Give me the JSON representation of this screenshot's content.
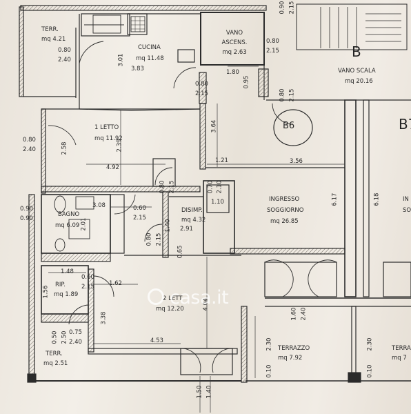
{
  "rooms": {
    "terr_top": {
      "name": "TERR.",
      "area": "mq 4.21"
    },
    "cucina": {
      "name": "CUCINA",
      "area": "mq 11.48"
    },
    "vano_ascens": {
      "name": "VANO\nASCENS.",
      "line1": "VANO",
      "line2": "ASCENS.",
      "area": "mq 2.63"
    },
    "vano_scala": {
      "name": "VANO SCALA",
      "area": "mq 20.16"
    },
    "letto1": {
      "name": "1 LETTO",
      "area": "mq 11.92"
    },
    "ingresso": {
      "line1": "INGRESSO",
      "line2": "SOGGIORNO",
      "area": "mq 26.85"
    },
    "bagno": {
      "name": "BAGNO",
      "area": "mq 6.09"
    },
    "disimp": {
      "name": "DISIMP.",
      "area": "mq 4.32"
    },
    "rip": {
      "name": "RIP.",
      "area": "mq 1.89"
    },
    "letto2": {
      "name": "2 LETT",
      "area": "mq 12.20"
    },
    "terr_bottom": {
      "name": "TERR.",
      "area": "mq 2.51"
    },
    "terrazzo": {
      "name": "TERRAZZO",
      "area": "mq 7.92"
    },
    "terra_right": {
      "name": "TERRA",
      "area": "mq 7"
    }
  },
  "labels": {
    "block_b": "B",
    "unit_b6": "B6",
    "unit_b7": "B7",
    "soggiorno_right": "SO",
    "ingresso_right": "IN"
  },
  "dimensions": {
    "d_080_240_top": [
      "0.80",
      "2.40"
    ],
    "d_301": "3.01",
    "d_383": "3.83",
    "d_090_215_top": [
      "0.90",
      "2.15"
    ],
    "d_080_215_asc": [
      "0.80",
      "2.15"
    ],
    "d_180": "1.80",
    "d_095": "0.95",
    "d_080_215_hall": [
      "0.80",
      "2.15"
    ],
    "d_080_215_b6": [
      "0.80",
      "2.15"
    ],
    "d_364": "3.64",
    "d_080_240_left": [
      "0.80",
      "2.40"
    ],
    "d_258": "2.58",
    "d_239": "2.39",
    "d_492": "4.92",
    "d_121": "1.21",
    "d_356": "3.56",
    "d_617": "6.17",
    "d_618": "6.18",
    "d_080_215_mid": [
      "0.80",
      "2.15"
    ],
    "d_070_210": [
      "0.70",
      "2.10"
    ],
    "d_090_090": [
      "0.90",
      "0.90"
    ],
    "d_308": "3.08",
    "d_201": "2.01",
    "d_060_215_bagno": [
      "0.60",
      "2.15"
    ],
    "d_140": "1.40",
    "d_291": "2.91",
    "d_080_215_low": [
      "0.80",
      "2.15"
    ],
    "d_065": "0.65",
    "d_148": "1.48",
    "d_156": "1.56",
    "d_060_215_rip": [
      "0.60",
      "2.15"
    ],
    "d_162": "1.62",
    "d_338": "3.38",
    "d_404": "4.04",
    "d_075_240": [
      "0.75",
      "2.40"
    ],
    "d_050_250": [
      "0.50",
      "2.50"
    ],
    "d_453": "4.53",
    "d_160_240": [
      "1.60",
      "2.40"
    ],
    "d_230": "2.30",
    "d_230_right": "2.30",
    "d_010": "0.10",
    "d_010_right": "0.10",
    "d_150_140": [
      "1.50",
      "1.40"
    ],
    "d_110": "1.10"
  },
  "watermark": {
    "text": "casa.it"
  },
  "colors": {
    "line": "#2b2b2b",
    "paper": "#efeae3",
    "hatch": "#8a857d"
  }
}
